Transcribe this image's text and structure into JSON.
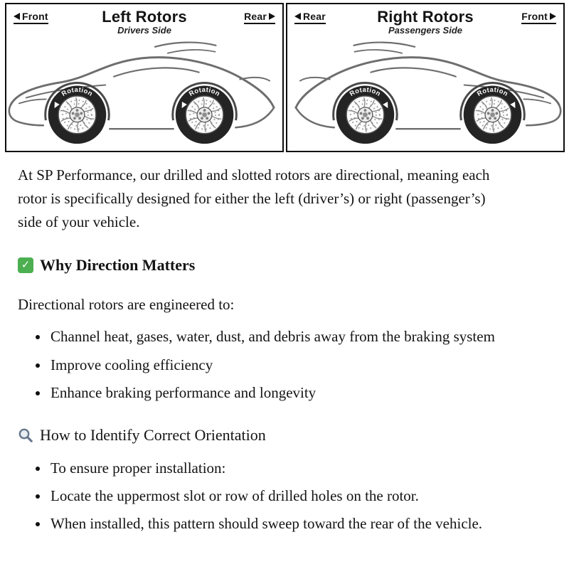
{
  "diagram": {
    "rotation_label": "Rotation",
    "colors": {
      "panel_border": "#0d0d0d",
      "tire": "#242424",
      "sketch": "#6e6e6e"
    },
    "panels": [
      {
        "id": "left",
        "left_label": "Front",
        "right_label": "Rear",
        "title": "Left Rotors",
        "subtitle": "Drivers Side"
      },
      {
        "id": "right",
        "left_label": "Rear",
        "right_label": "Front",
        "title": "Right Rotors",
        "subtitle": "Passengers Side"
      }
    ]
  },
  "icons": {
    "check_glyph": "✓",
    "check_color": "#4caf50",
    "magnifier_color": "#66788c"
  },
  "content": {
    "intro": "At SP Performance, our drilled and slotted rotors are directional, meaning each rotor is specifically designed for either the left (driver’s) or right (passenger’s) side of your vehicle.",
    "section1": {
      "heading": "Why Direction Matters",
      "lead": "Directional rotors are engineered to:",
      "bullets": [
        "Channel heat, gases, water, dust, and debris away from the braking system",
        "Improve cooling efficiency",
        "Enhance braking performance and longevity"
      ]
    },
    "section2": {
      "heading": "How to Identify Correct Orientation",
      "bullets": [
        "To ensure proper installation:",
        "Locate the uppermost slot or row of drilled holes on the rotor.",
        "When installed, this pattern should sweep toward the rear of the vehicle."
      ]
    }
  }
}
